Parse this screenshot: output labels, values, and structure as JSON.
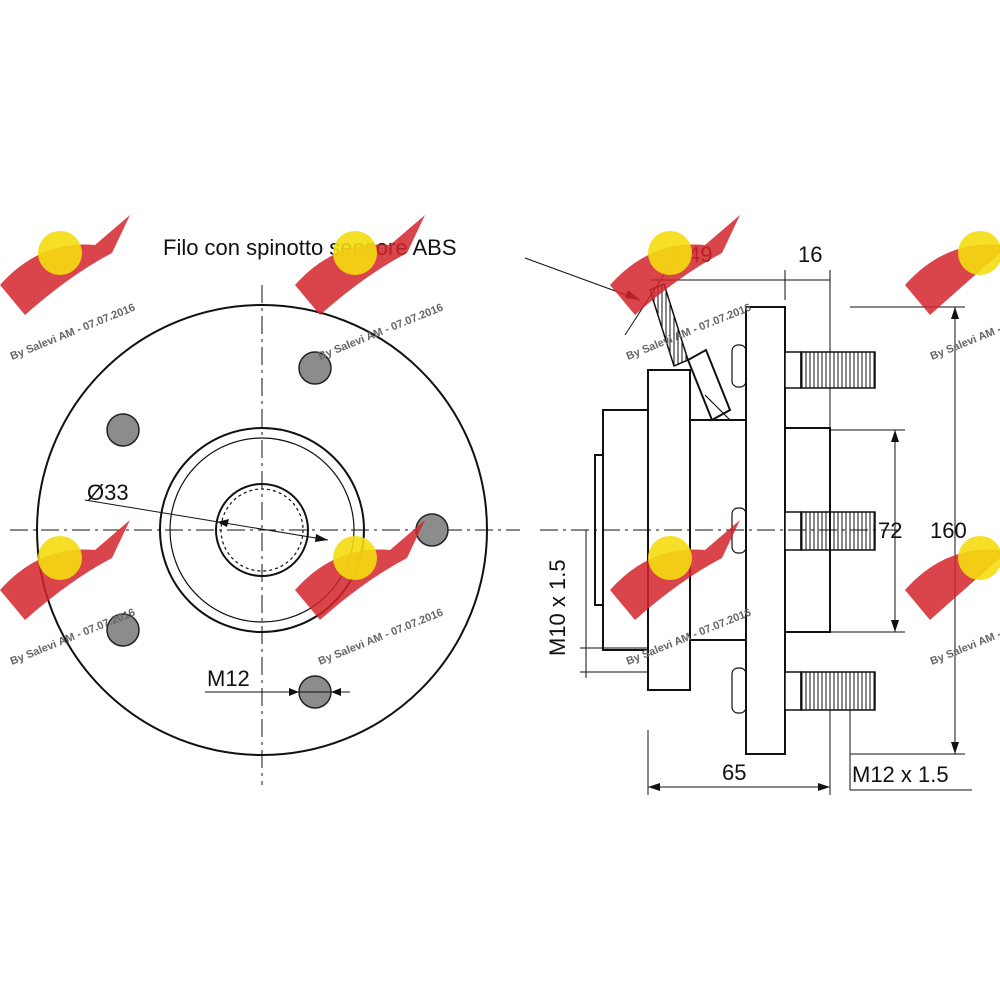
{
  "labels": {
    "abs_sensor": "Filo con spinotto sensore ABS",
    "bore_diameter": "Ø33",
    "front_bolt": "M12",
    "thread_m10": "M10 x 1.5",
    "thread_m12": "M12 x 1.5",
    "dim_49": "49",
    "dim_16": "16",
    "dim_72": "72",
    "dim_160": "160",
    "dim_65": "65"
  },
  "watermark": {
    "text": "By Salevi AM - 07.07.2016",
    "colors": {
      "wing": "#d3232b",
      "ball": "#f4dc10"
    }
  }
}
